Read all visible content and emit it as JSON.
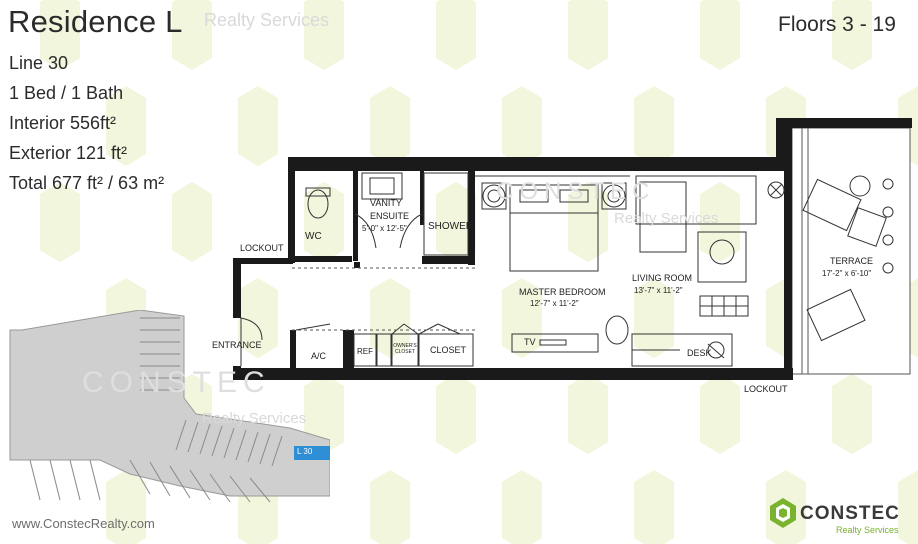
{
  "header": {
    "title": "Residence L",
    "watermark_text": "Realty Services",
    "floors": "Floors 3 - 19"
  },
  "specs": {
    "line": "Line 30",
    "bed_bath": "1 Bed / 1 Bath",
    "interior": "Interior 556ft²",
    "exterior": "Exterior 121 ft²",
    "total": "Total 677 ft² / 63 m²"
  },
  "rooms": {
    "wc": "WC",
    "vanity": "VANITY",
    "ensuite": "ENSUITE",
    "ensuite_dim": "5'-0\" x 12'-5\"",
    "shower": "SHOWER",
    "lockout_left": "LOCKOUT",
    "master_bedroom": "MASTER BEDROOM",
    "master_bedroom_dim": "12'-7\" x 11'-2\"",
    "living_room": "LIVING ROOM",
    "living_room_dim": "13'-7\" x 11'-2\"",
    "terrace": "TERRACE",
    "terrace_dim": "17'-2\" x 6'-10\"",
    "entrance": "ENTRANCE",
    "ac": "A/C",
    "ref": "REF",
    "owners_closet": "OWNER'S CLOSET",
    "closet": "CLOSET",
    "tv": "TV",
    "desk": "DESK",
    "lockout_bottom": "LOCKOUT"
  },
  "keyplan": {
    "unit_tag": "L 30"
  },
  "watermarks": {
    "constec": "CONSTEC",
    "realty": "Realty Services"
  },
  "footer": {
    "website": "www.ConstecRealty.com",
    "brand": "CONSTEC",
    "brand_sub": "Realty Services"
  },
  "colors": {
    "wall": "#1a1a1a",
    "keyplan_gray": "#cfcfcf",
    "keyplan_highlight": "#2e8fd6",
    "watermark_green": "#f1f5d8",
    "brand_green": "#7ab32e"
  }
}
